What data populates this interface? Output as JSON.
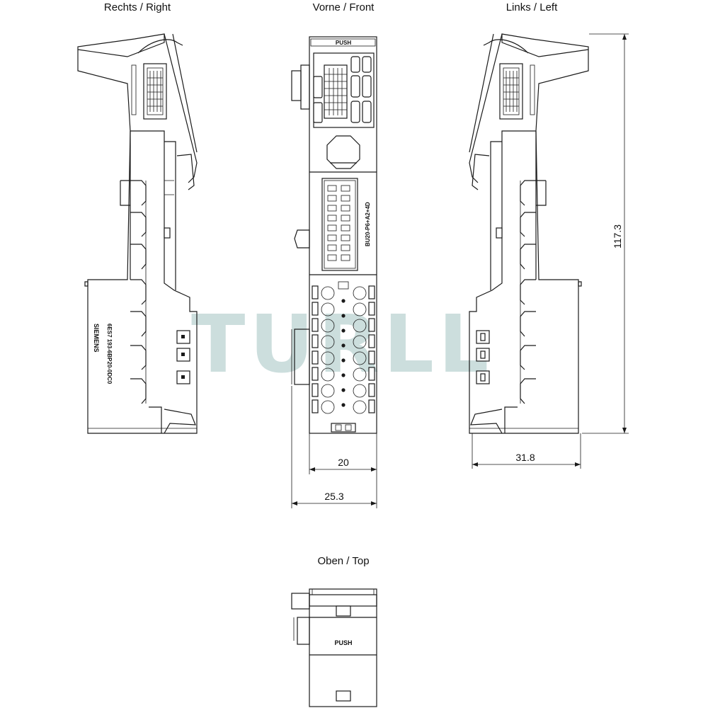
{
  "views": {
    "right": "Rechts / Right",
    "front": "Vorne / Front",
    "left": "Links / Left",
    "top": "Oben / Top"
  },
  "dimensions": {
    "front_width": "20",
    "overall_width": "25.3",
    "depth": "31.8",
    "height": "117.3"
  },
  "markings": {
    "brand": "SIEMENS",
    "order_number": "6ES7 193-6BP20-0DC0",
    "front_label": "BU20-P6+A2+4D",
    "push_label": "PUSH",
    "push_label_small": "PUSH"
  },
  "watermark": "TURLL"
}
